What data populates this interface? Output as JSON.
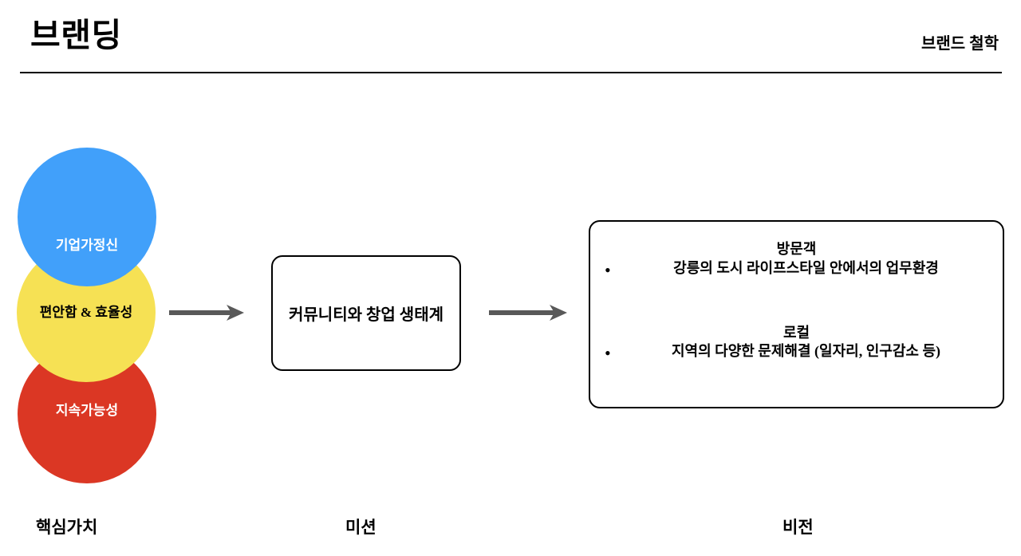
{
  "header": {
    "title": "브랜딩",
    "right_label": "브랜드 철학"
  },
  "core_values": {
    "section_label": "핵심가치",
    "circles": [
      {
        "label": "기업가정신",
        "fill": "#41A0FA",
        "text_color": "#FFFFFF",
        "name": "entrepreneurship"
      },
      {
        "label": "편안함 & 효율성",
        "fill": "#F6E154",
        "text_color": "#000000",
        "name": "comfort-efficiency"
      },
      {
        "label": "지속가능성",
        "fill": "#DB3724",
        "text_color": "#FFFFFF",
        "name": "sustainability"
      }
    ]
  },
  "mission": {
    "section_label": "미션",
    "box_text": "커뮤니티와 창업 생태계"
  },
  "vision": {
    "section_label": "비전",
    "groups": [
      {
        "heading": "방문객",
        "bullet_marker": "•",
        "bullet_text": "강릉의 도시 라이프스타일 안에서의 업무환경"
      },
      {
        "heading": "로컬",
        "bullet_marker": "•",
        "bullet_text": "지역의 다양한 문제해결 (일자리, 인구감소 등)"
      }
    ]
  },
  "arrows": {
    "color": "#595959",
    "values_to_mission": "arrow-right",
    "mission_to_vision": "arrow-right"
  }
}
